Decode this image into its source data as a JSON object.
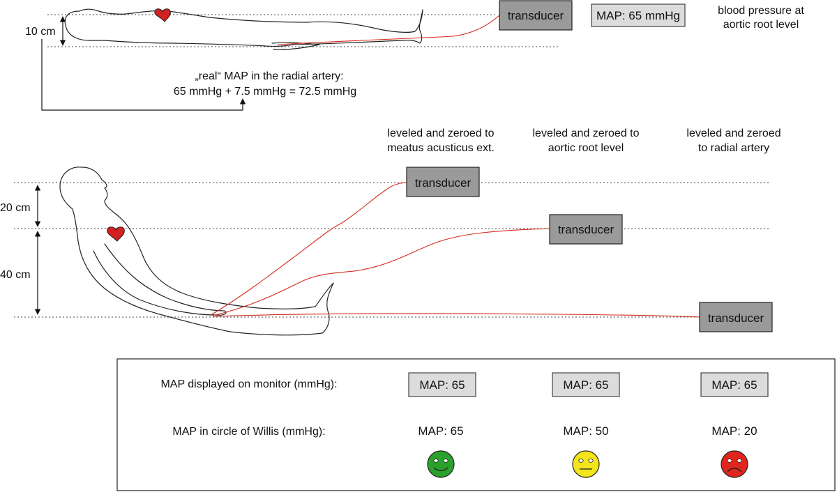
{
  "top_scene": {
    "transducer_label": "transducer",
    "monitor_label": "MAP: 65 mmHg",
    "note_line1": "blood pressure at",
    "note_line2": "aortic root level",
    "height_label": "10 cm",
    "real_map_line1": "„real“ MAP in the radial artery:",
    "real_map_line2": "65 mmHg + 7.5 mmHg = 72.5 mmHg"
  },
  "bottom_scene": {
    "height_upper_label": "20 cm",
    "height_lower_label": "40 cm",
    "columns": [
      {
        "heading_line1": "leveled and zeroed to",
        "heading_line2": "meatus acusticus ext.",
        "transducer_label": "transducer",
        "monitor_value": "MAP: 65",
        "willis_value": "MAP: 65",
        "face": "happy",
        "face_color": "#2ca02c"
      },
      {
        "heading_line1": "leveled and zeroed to",
        "heading_line2": "aortic root level",
        "transducer_label": "transducer",
        "monitor_value": "MAP: 65",
        "willis_value": "MAP: 50",
        "face": "neutral",
        "face_color": "#f2e51c"
      },
      {
        "heading_line1": "leveled and zeroed",
        "heading_line2": "to radial artery",
        "transducer_label": "transducer",
        "monitor_value": "MAP: 65",
        "willis_value": "MAP: 20",
        "face": "sad",
        "face_color": "#e0261c"
      }
    ]
  },
  "table": {
    "row1_label": "MAP displayed on monitor (mmHg):",
    "row2_label": "MAP in circle of Willis (mmHg):"
  },
  "colors": {
    "heart": "#d32020",
    "tubing": "#d42a1c",
    "transducer_fill": "#9a9a9a",
    "monitor_fill": "#dcdcdc"
  }
}
